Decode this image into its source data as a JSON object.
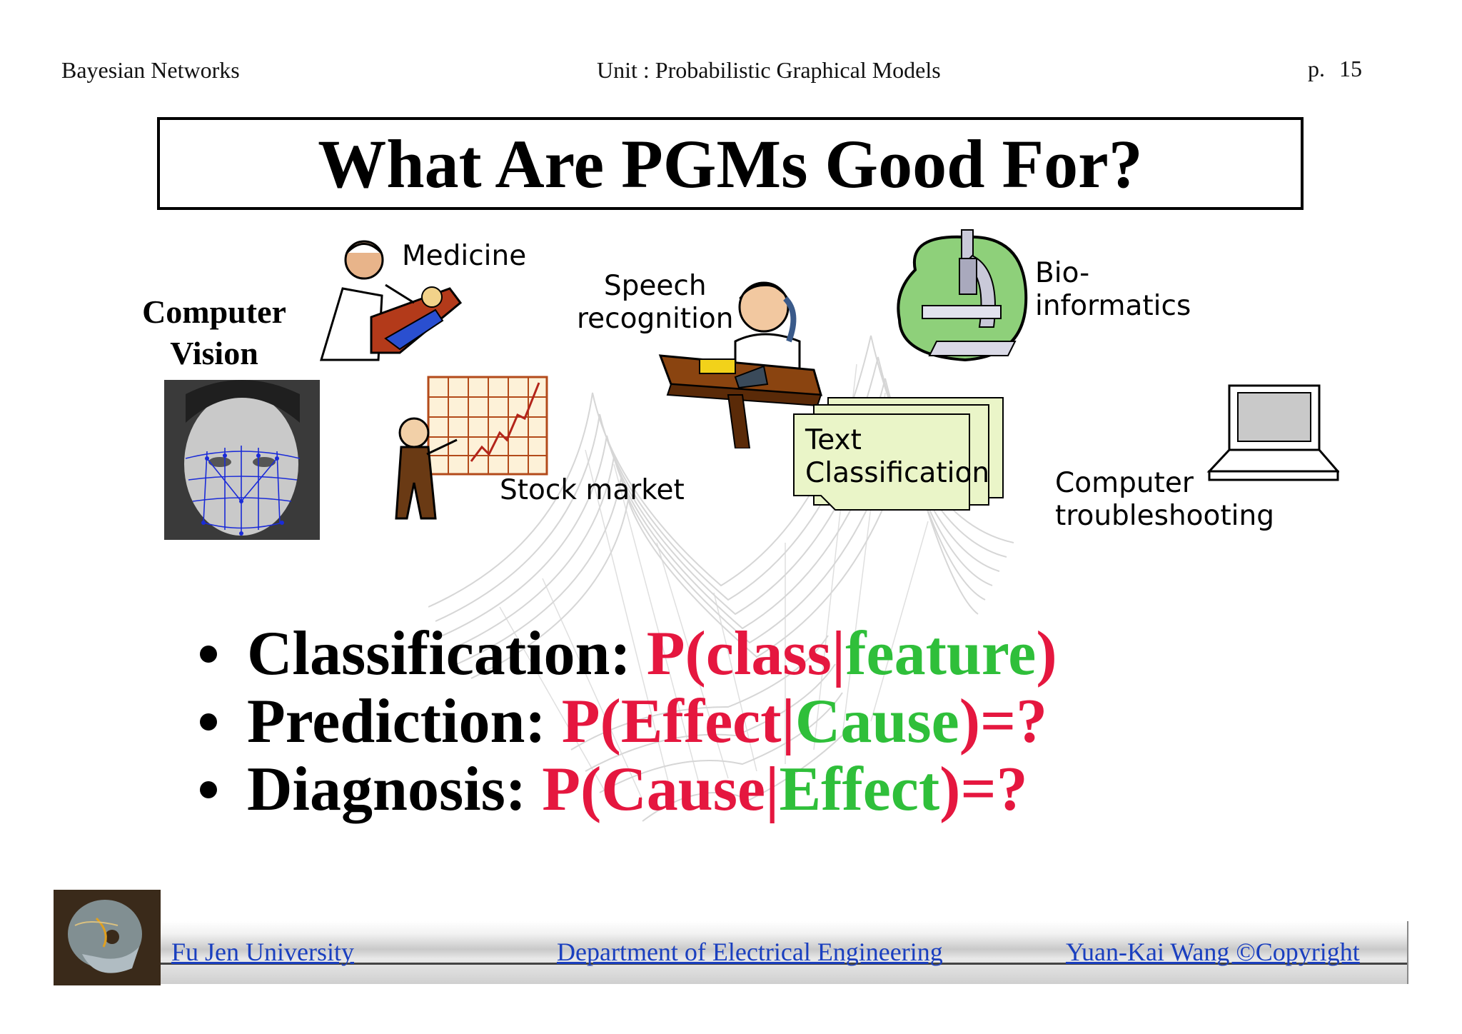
{
  "header": {
    "left": "Bayesian Networks",
    "center": "Unit : Probabilistic Graphical Models",
    "page_prefix": "p.",
    "page_number": "15"
  },
  "title": "What Are PGMs Good For?",
  "applications": {
    "computer_vision": [
      "Computer",
      "Vision"
    ],
    "medicine": "Medicine",
    "speech": [
      "Speech",
      "recognition"
    ],
    "bio": [
      "Bio-",
      "informatics"
    ],
    "stock": "Stock market",
    "text": [
      "Text",
      "Classification"
    ],
    "troubleshooting": [
      "Computer",
      "troubleshooting"
    ]
  },
  "bullets": [
    {
      "term": "Classification:",
      "prefix": "P(",
      "first": "class",
      "bar": "|",
      "second": "feature",
      "suffix": ")"
    },
    {
      "term": "Prediction:",
      "prefix": "P(",
      "first": "Effect",
      "bar": "|",
      "second": "Cause",
      "suffix": ")=?"
    },
    {
      "term": "Diagnosis:",
      "prefix": "P(",
      "first": "Cause",
      "bar": "|",
      "second": "Effect",
      "suffix": ")=?"
    }
  ],
  "footer": {
    "left": "Fu Jen University",
    "center": "Department of Electrical Engineering",
    "right": "Yuan-Kai Wang ©Copyright"
  },
  "colors": {
    "red": "#e5173f",
    "green": "#2fbf3a",
    "footer_link": "#1a3fbf"
  }
}
